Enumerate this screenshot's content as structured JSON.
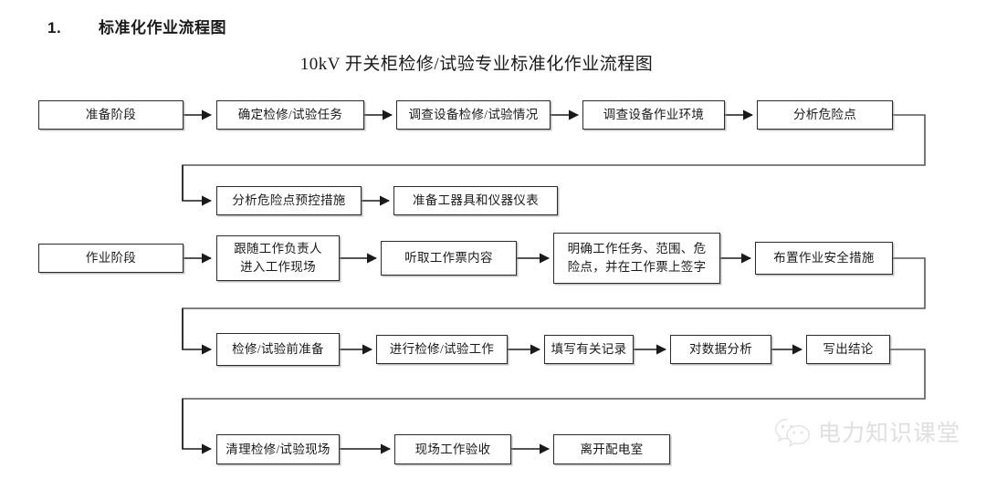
{
  "heading": {
    "number": "1.",
    "text": "标准化作业流程图"
  },
  "document": {
    "title": "10kV 开关柜检修/试验专业标准化作业流程图"
  },
  "flowchart": {
    "type": "flowchart",
    "orientation": "left-to-right, wrapping into 5 rows",
    "rows": [
      {
        "id": "row1",
        "phase_label": "准备阶段",
        "nodes": [
          "准备阶段",
          "确定检修/试验任务",
          "调查设备检修/试验情况",
          "调查设备作业环境",
          "分析危险点"
        ]
      },
      {
        "id": "row2",
        "nodes": [
          "分析危险点预控措施",
          "准备工器具和仪器仪表"
        ]
      },
      {
        "id": "row3",
        "phase_label": "作业阶段",
        "nodes": [
          "作业阶段",
          "跟随工作负责人\n进入工作现场",
          "听取工作票内容",
          "明确工作任务、范围、危\n险点，并在工作票上签字",
          "布置作业安全措施"
        ]
      },
      {
        "id": "row4",
        "nodes": [
          "检修/试验前准备",
          "进行检修/试验工作",
          "填写有关记录",
          "对数据分析",
          "写出结论"
        ]
      },
      {
        "id": "row5",
        "nodes": [
          "清理检修/试验现场",
          "现场工作验收",
          "离开配电室"
        ]
      }
    ],
    "boxes": [
      {
        "id": "n1",
        "line1": "准备阶段",
        "line2": ""
      },
      {
        "id": "n2",
        "line1": "确定检修/试验任务",
        "line2": ""
      },
      {
        "id": "n3",
        "line1": "调查设备检修/试验情况",
        "line2": ""
      },
      {
        "id": "n4",
        "line1": "调查设备作业环境",
        "line2": ""
      },
      {
        "id": "n5",
        "line1": "分析危险点",
        "line2": ""
      },
      {
        "id": "n6",
        "line1": "分析危险点预控措施",
        "line2": ""
      },
      {
        "id": "n7",
        "line1": "准备工器具和仪器仪表",
        "line2": ""
      },
      {
        "id": "n8",
        "line1": "作业阶段",
        "line2": ""
      },
      {
        "id": "n9",
        "line1": "跟随工作负责人",
        "line2": "进入工作现场"
      },
      {
        "id": "n10",
        "line1": "听取工作票内容",
        "line2": ""
      },
      {
        "id": "n11",
        "line1": "明确工作任务、范围、危",
        "line2": "险点，并在工作票上签字"
      },
      {
        "id": "n12",
        "line1": "布置作业安全措施",
        "line2": ""
      },
      {
        "id": "n13",
        "line1": "检修/试验前准备",
        "line2": ""
      },
      {
        "id": "n14",
        "line1": "进行检修/试验工作",
        "line2": ""
      },
      {
        "id": "n15",
        "line1": "填写有关记录",
        "line2": ""
      },
      {
        "id": "n16",
        "line1": "对数据分析",
        "line2": ""
      },
      {
        "id": "n17",
        "line1": "写出结论",
        "line2": ""
      },
      {
        "id": "n18",
        "line1": "清理检修/试验现场",
        "line2": ""
      },
      {
        "id": "n19",
        "line1": "现场工作验收",
        "line2": ""
      },
      {
        "id": "n20",
        "line1": "离开配电室",
        "line2": ""
      }
    ]
  },
  "watermark": {
    "text": "电力知识课堂",
    "icon": "wechat-icon",
    "color": "#b9b9b9"
  },
  "colors": {
    "box_border": "#2b2b2b",
    "box_shadow": "#8c8c8c",
    "connector": "#1a1a1a",
    "text": "#1a1a1a",
    "background": "#ffffff"
  }
}
